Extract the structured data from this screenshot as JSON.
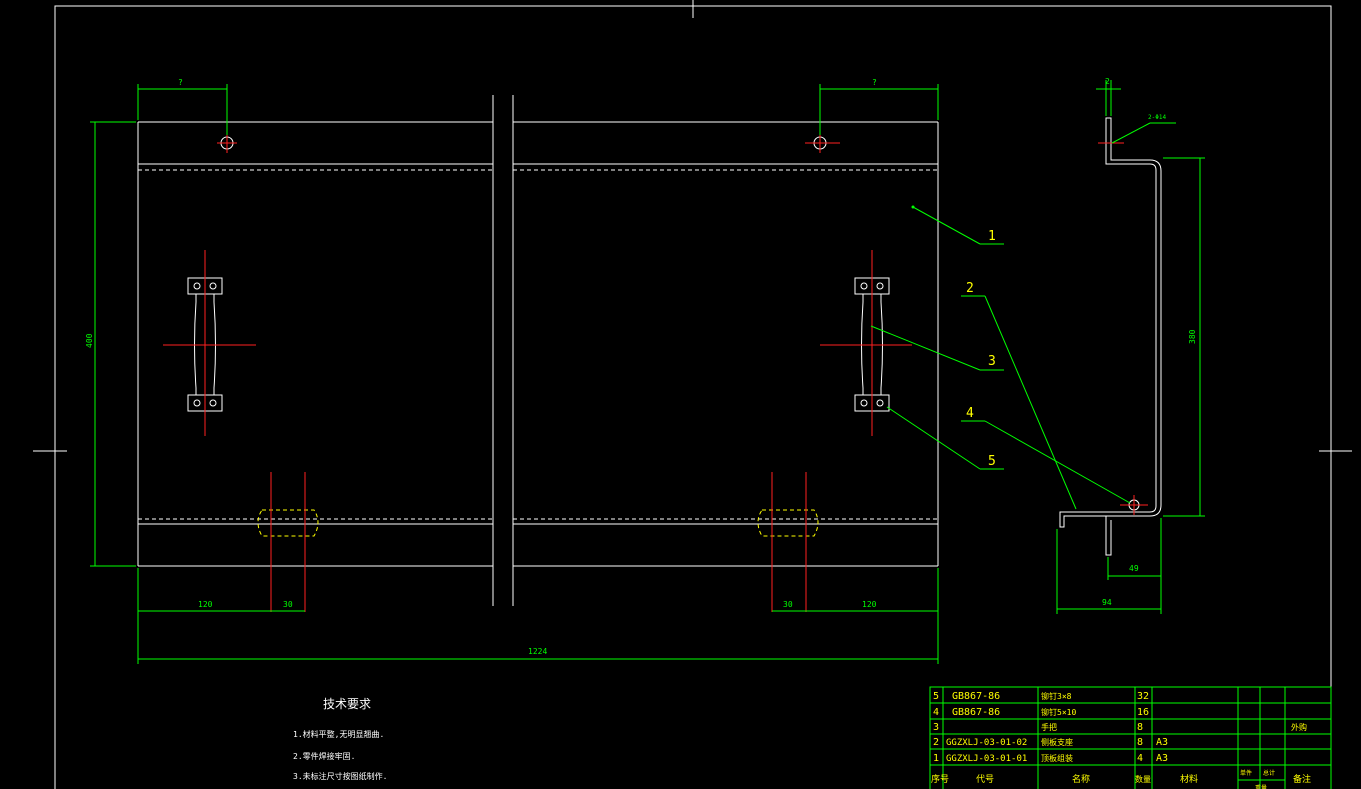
{
  "dimensions": {
    "top_left": "?",
    "top_right": "?",
    "height_left": "400",
    "bottom_left_120": "120",
    "bottom_left_30": "30",
    "bottom_right_30": "30",
    "bottom_right_120": "120",
    "overall_width": "1224",
    "side_top": "2",
    "side_height": "380",
    "side_49": "49",
    "side_94": "94",
    "side_hole_note": "2-Φ14"
  },
  "balloons": [
    "1",
    "2",
    "3",
    "4",
    "5"
  ],
  "tech_requirements": {
    "title": "技术要求",
    "items": [
      "1.材料平整,无明显翘曲.",
      "2.零件焊接牢固.",
      "3.未标注尺寸按图纸制作."
    ]
  },
  "parts_table": {
    "rows": [
      {
        "no": "5",
        "code": "GB867-86",
        "name": "铆钉3×8",
        "qty": "32",
        "material": "",
        "note": ""
      },
      {
        "no": "4",
        "code": "GB867-86",
        "name": "铆钉5×10",
        "qty": "16",
        "material": "",
        "note": ""
      },
      {
        "no": "3",
        "code": "",
        "name": "手把",
        "qty": "8",
        "material": "",
        "note": "外购"
      },
      {
        "no": "2",
        "code": "GGZXLJ-03-01-02",
        "name": "侧板支座",
        "qty": "8",
        "material": "A3",
        "note": ""
      },
      {
        "no": "1",
        "code": "GGZXLJ-03-01-01",
        "name": "顶板组装",
        "qty": "4",
        "material": "A3",
        "note": ""
      }
    ],
    "header": {
      "no": "序号",
      "code": "代号",
      "name": "名称",
      "qty": "数量",
      "material": "材料",
      "single": "单件",
      "total": "总计",
      "weight": "重量",
      "note": "备注"
    }
  },
  "colors": {
    "background": "#000000",
    "outline": "#ffffff",
    "dimension": "#00ff00",
    "centerline": "#ff2020",
    "hidden": "#ffff00"
  }
}
